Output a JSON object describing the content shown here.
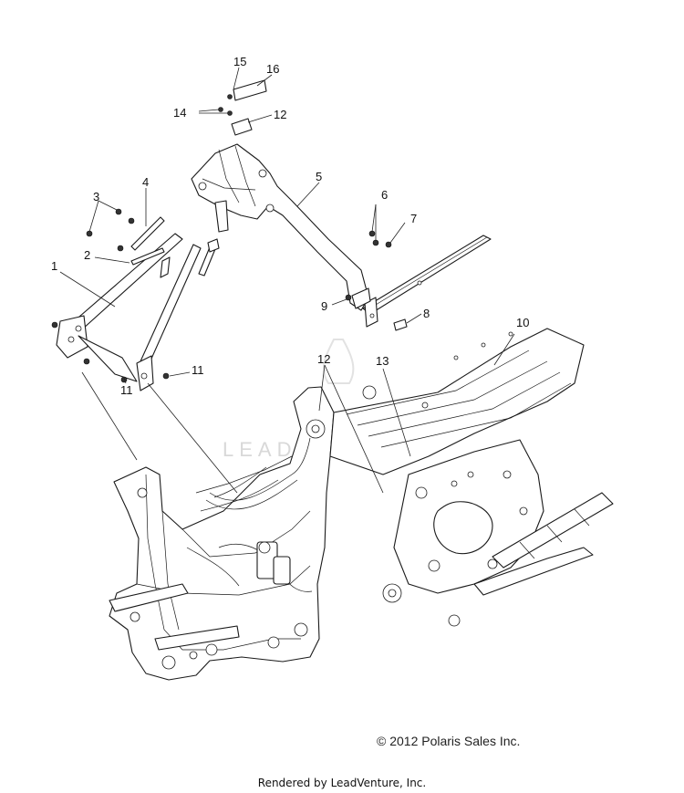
{
  "diagram": {
    "callouts": [
      "15",
      "16",
      "14",
      "12",
      "5",
      "3",
      "4",
      "6",
      "7",
      "2",
      "1",
      "9",
      "8",
      "10",
      "12",
      "13",
      "11",
      "11"
    ],
    "watermark": "LEADVENTURE",
    "copyright": "© 2012 Polaris Sales Inc.",
    "rendered_by": "Rendered by LeadVenture, Inc."
  }
}
